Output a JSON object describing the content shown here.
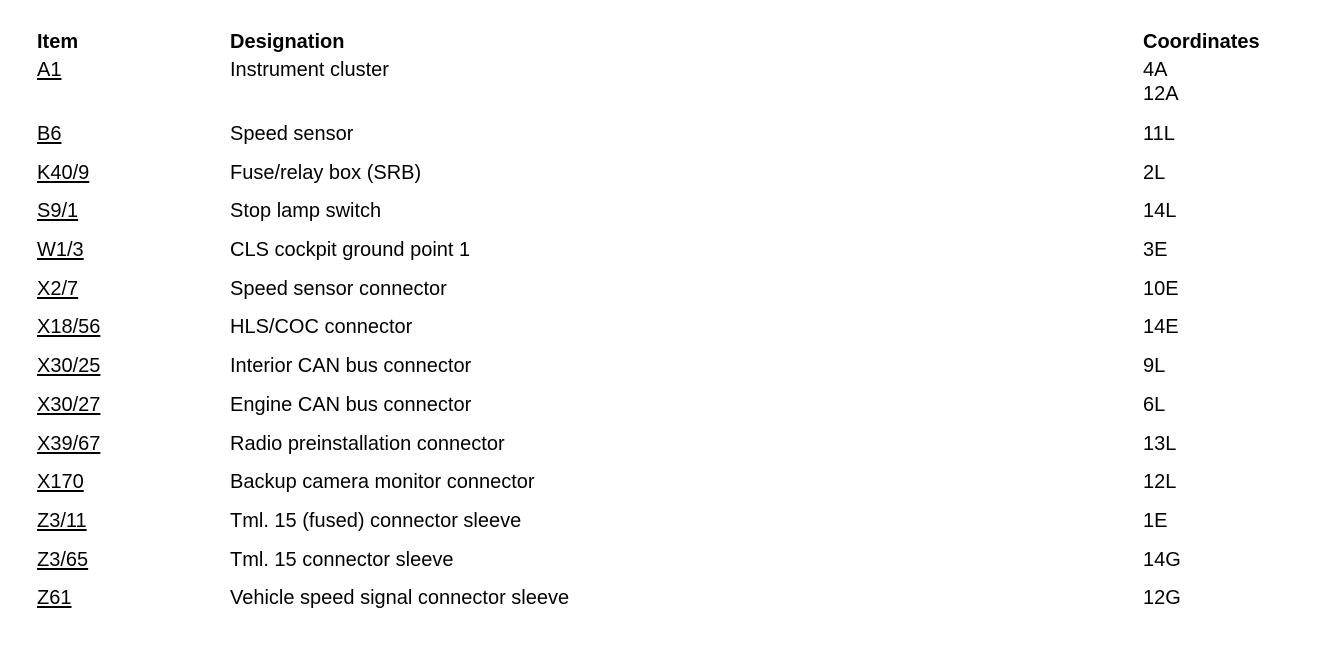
{
  "headers": {
    "item": "Item",
    "designation": "Designation",
    "coordinates": "Coordinates"
  },
  "rows": [
    {
      "item": "A1",
      "designation": "Instrument cluster",
      "coordinates": [
        "4A",
        "12A"
      ]
    },
    {
      "item": "B6",
      "designation": "Speed sensor",
      "coordinates": [
        "11L"
      ]
    },
    {
      "item": "K40/9",
      "designation": "Fuse/relay box (SRB)",
      "coordinates": [
        "2L"
      ]
    },
    {
      "item": "S9/1",
      "designation": "Stop lamp switch",
      "coordinates": [
        "14L"
      ]
    },
    {
      "item": "W1/3",
      "designation": "CLS cockpit ground point 1",
      "coordinates": [
        "3E"
      ]
    },
    {
      "item": "X2/7",
      "designation": "Speed sensor connector",
      "coordinates": [
        "10E"
      ]
    },
    {
      "item": "X18/56",
      "designation": "HLS/COC connector",
      "coordinates": [
        "14E"
      ]
    },
    {
      "item": "X30/25",
      "designation": "Interior CAN bus connector",
      "coordinates": [
        "9L"
      ]
    },
    {
      "item": "X30/27",
      "designation": "Engine CAN bus connector",
      "coordinates": [
        "6L"
      ]
    },
    {
      "item": "X39/67",
      "designation": "Radio preinstallation connector",
      "coordinates": [
        "13L"
      ]
    },
    {
      "item": "X170",
      "designation": "Backup camera monitor connector",
      "coordinates": [
        "12L"
      ]
    },
    {
      "item": "Z3/11",
      "designation": "Tml. 15 (fused) connector sleeve",
      "coordinates": [
        "1E"
      ]
    },
    {
      "item": "Z3/65",
      "designation": "Tml. 15 connector sleeve",
      "coordinates": [
        "14G"
      ]
    },
    {
      "item": "Z61",
      "designation": "Vehicle speed signal connector sleeve",
      "coordinates": [
        "12G"
      ]
    }
  ]
}
